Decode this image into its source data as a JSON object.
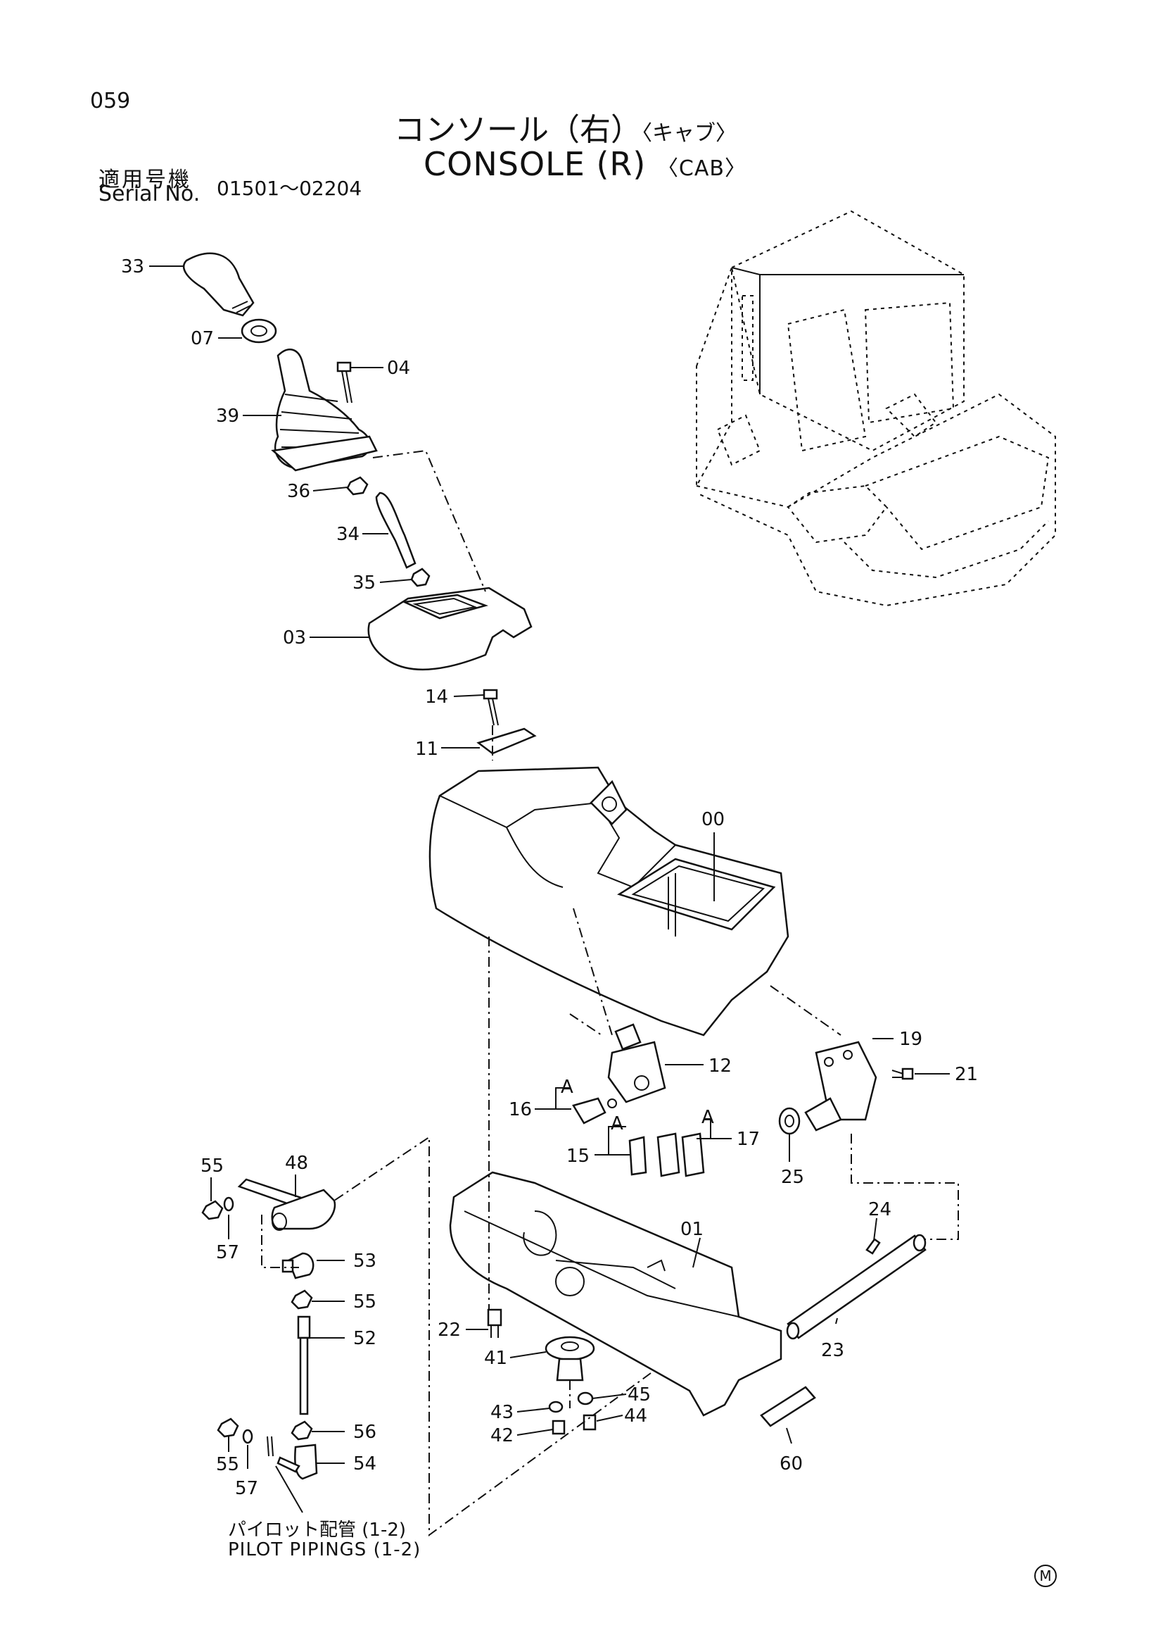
{
  "header": {
    "page_number": "059",
    "title_jp": "コンソール（右）",
    "title_jp_sub": "〈キャブ〉",
    "title_en": "CONSOLE (R)",
    "title_en_sub": "〈CAB〉",
    "serial_label_jp": "適用号機",
    "serial_label_en": "Serial No.",
    "serial_range": "01501～02204"
  },
  "notes": {
    "pilot_jp": "パイロット配管 (1-2)",
    "pilot_en": "PILOT PIPINGS (1-2)",
    "mark": "M"
  },
  "callouts": {
    "c33": "33",
    "c07": "07",
    "c04": "04",
    "c39": "39",
    "c36": "36",
    "c34": "34",
    "c35": "35",
    "c03": "03",
    "c14": "14",
    "c11": "11",
    "c00": "00",
    "c19": "19",
    "c21": "21",
    "c12": "12",
    "c16": "16",
    "c17": "17",
    "c15": "15",
    "c25": "25",
    "cA1": "A",
    "cA2": "A",
    "cA3": "A",
    "c55a": "55",
    "c48": "48",
    "c57a": "57",
    "c53": "53",
    "c55b": "55",
    "c52": "52",
    "c56": "56",
    "c54": "54",
    "c55c": "55",
    "c57b": "57",
    "c01": "01",
    "c24": "24",
    "c22": "22",
    "c41": "41",
    "c23": "23",
    "c45": "45",
    "c43": "43",
    "c44": "44",
    "c42": "42",
    "c60": "60"
  }
}
